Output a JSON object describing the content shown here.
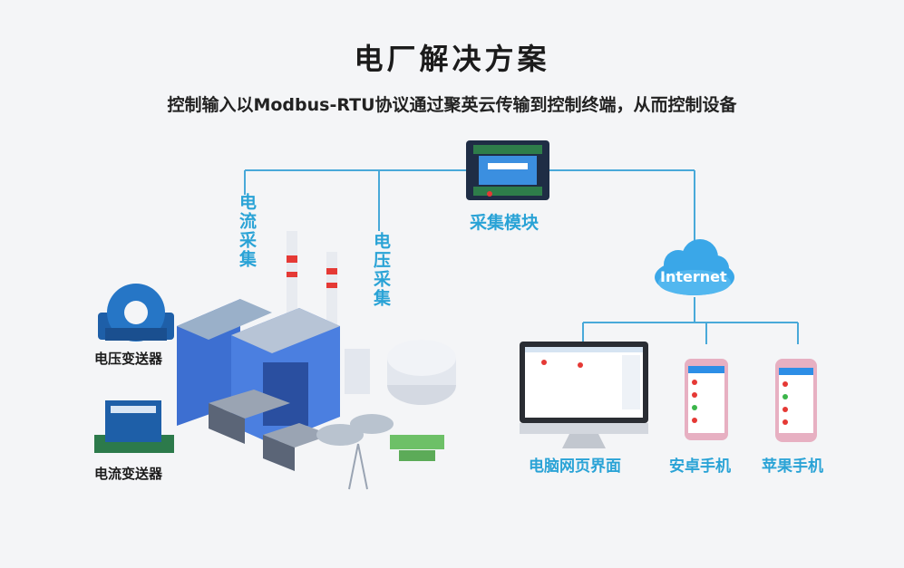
{
  "title": "电厂解决方案",
  "subtitle": "控制输入以Modbus-RTU协议通过聚英云传输到控制终端，从而控制设备",
  "labels": {
    "current_collect": "电流采集",
    "voltage_collect": "电压采集",
    "module": "采集模块",
    "internet": "Internet",
    "voltage_transmitter": "电压变送器",
    "current_transmitter": "电流变送器",
    "pc": "电脑网页界面",
    "android": "安卓手机",
    "iphone": "苹果手机"
  },
  "colors": {
    "line": "#49a9d9",
    "label_blue": "#2aa3d6",
    "building_blue": "#3d6fd1",
    "cloud": "#3aa7e8"
  }
}
